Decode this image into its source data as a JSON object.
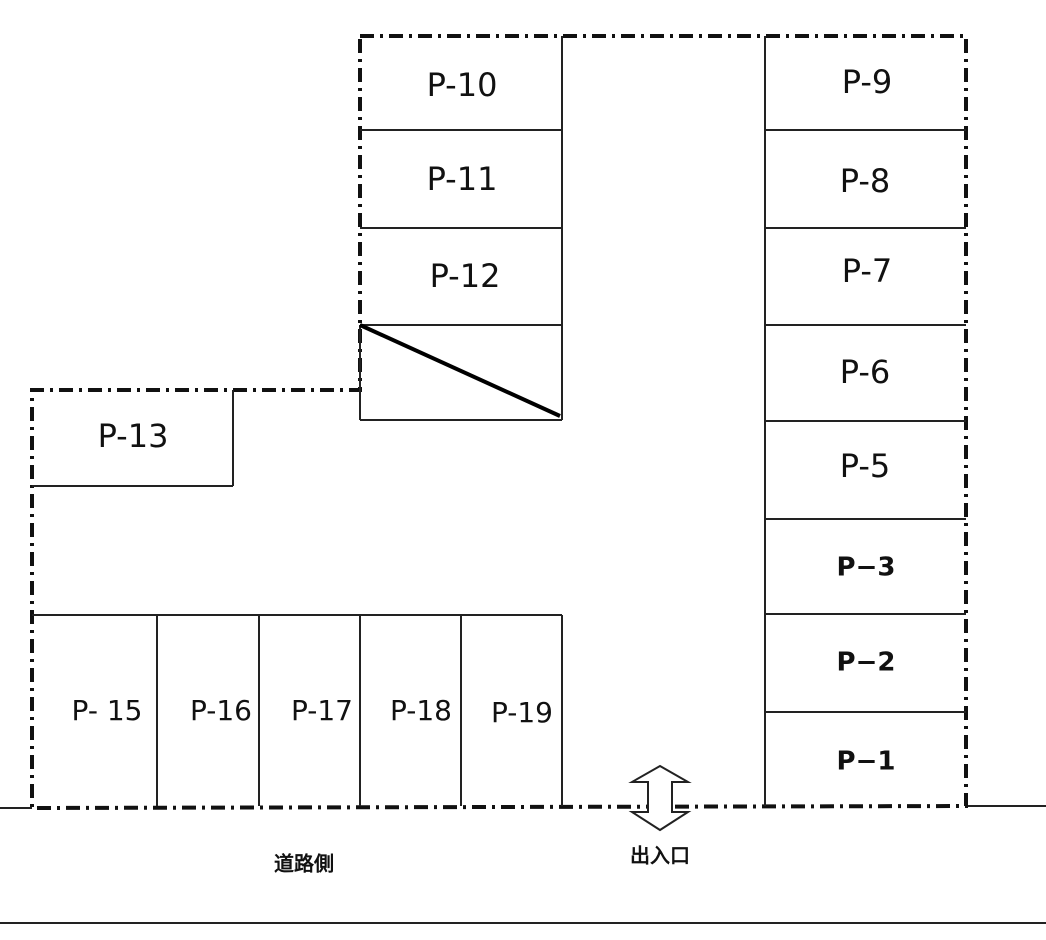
{
  "stalls": {
    "p1": "P−1",
    "p2": "P−2",
    "p3": "P−3",
    "p5": "P-5",
    "p6": "P-6",
    "p7": "P-7",
    "p8": "P-8",
    "p9": "P-9",
    "p10": "P-10",
    "p11": "P-11",
    "p12": "P-12",
    "p13": "P-13",
    "p15": "P- 15",
    "p16": "P-16",
    "p17": "P-17",
    "p18": "P-18",
    "p19": "P-19"
  },
  "labels": {
    "road_side": "道路側",
    "entrance": "出入口"
  }
}
